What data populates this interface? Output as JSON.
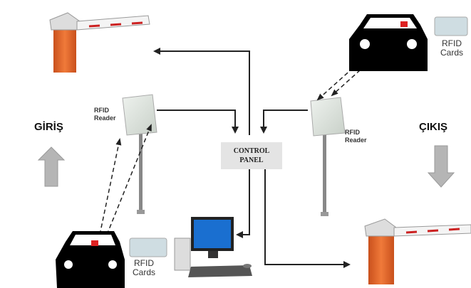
{
  "labels": {
    "entry": "GİRİŞ",
    "exit": "ÇIKIŞ",
    "control_panel_line1": "CONTROL",
    "control_panel_line2": "PANEL",
    "reader_left_line1": "RFID",
    "reader_left_line2": "Reader",
    "reader_right_line1": "RFID",
    "reader_right_line2": "Reader",
    "cards_bottom_line1": "RFID",
    "cards_bottom_line2": "Cards",
    "cards_top_line1": "RFID",
    "cards_top_line2": "Cards"
  },
  "colors": {
    "barrier_post": "#e8682a",
    "barrier_arm_stripe": "#cc2222",
    "car": "#000000",
    "rfid_tag": "#dd2222",
    "direction_arrow": "#b5b5b5",
    "monitor_screen": "#1a6fd0",
    "connector": "#222222"
  }
}
